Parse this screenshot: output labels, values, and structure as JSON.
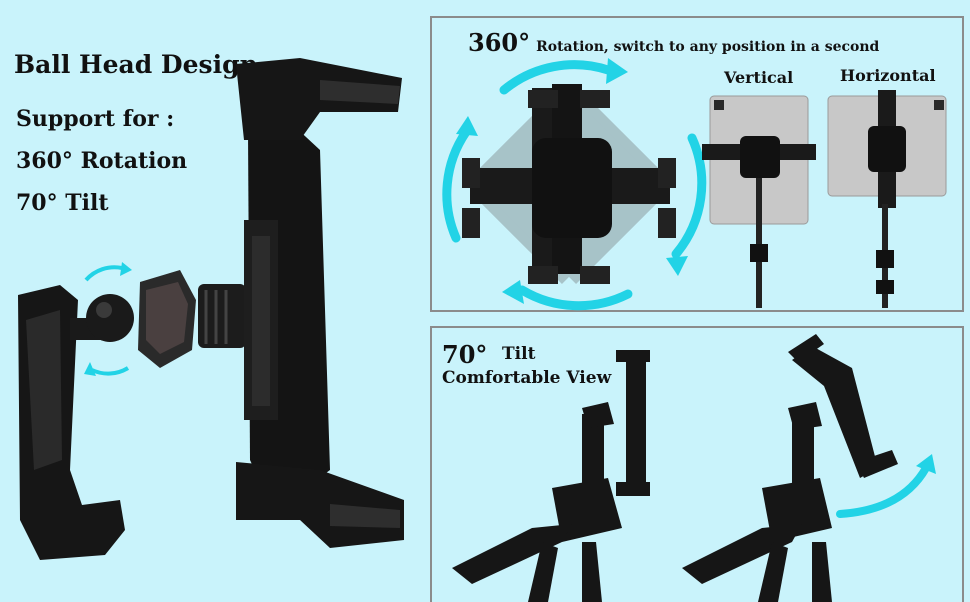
{
  "left": {
    "title": "Ball Head Design",
    "support": "Support for :",
    "rotation": "360° Rotation",
    "tilt": "70° Tilt"
  },
  "rotation_panel": {
    "degrees": "360°",
    "caption": "Rotation,  switch to any position in a second",
    "vertical_label": "Vertical",
    "horizontal_label": "Horizontal"
  },
  "tilt_panel": {
    "degrees": "70°",
    "tilt_word": "Tilt",
    "caption": "Comfortable View"
  },
  "colors": {
    "background": "#c9f3fb",
    "arrow": "#22d3e6",
    "device": "#111111",
    "tablet": "#c8c8c8"
  }
}
